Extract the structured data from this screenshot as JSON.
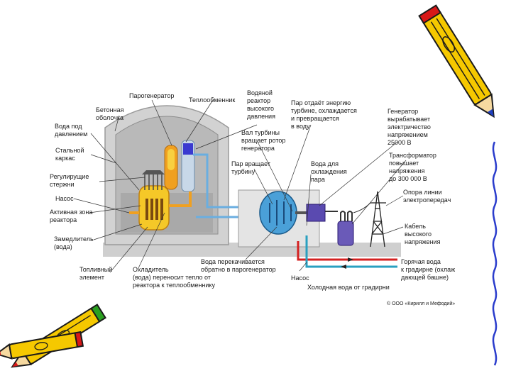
{
  "diagram": {
    "labels": {
      "steam_generator": "Парогенератор",
      "heat_exchanger": "Теплообменник",
      "pwr": [
        "Водяной",
        "реактор",
        "высокого",
        "давления"
      ],
      "steam_energy": [
        "Пар отдаёт энергию",
        "турбине, охлаждается",
        "и превращается",
        "в воду"
      ],
      "generator": [
        "Генератор",
        "вырабатывает",
        "электричество",
        "напряжением",
        "25000 В"
      ],
      "concrete_shell": [
        "Бетонная",
        "оболочка"
      ],
      "pressurized_water": [
        "Вода под",
        "давлением"
      ],
      "turbine_shaft": [
        "Вал турбины",
        "вращает ротор",
        "генератора"
      ],
      "steel_frame": [
        "Стальной",
        "каркас"
      ],
      "steam_rotates": [
        "Пар вращает",
        "турбину"
      ],
      "cooling_water": [
        "Вода для",
        "охлаждения",
        "пара"
      ],
      "transformer": [
        "Трансформатор",
        "повышает",
        "напряжения",
        "до 300 000 В"
      ],
      "control_rods": [
        "Регулирущие",
        "стержни"
      ],
      "pump_left": "Насос",
      "power_line": [
        "Опора линии",
        "электропередач"
      ],
      "core": [
        "Активная зона",
        "реактора"
      ],
      "cable": [
        "Кабель",
        "высокого",
        "напряжения"
      ],
      "moderator": [
        "Замедлитель",
        "(вода)"
      ],
      "water_pumped": [
        "Вода перекачивается",
        "обратно в парогенератор"
      ],
      "hot_water": [
        "Горячая вода",
        "к градирне (охлаж",
        "дающей башне)"
      ],
      "fuel_element": [
        "Топливный",
        "элемент"
      ],
      "coolant": [
        "Охладитель",
        "(вода) переносит тепло от",
        "реактора к теплообменнику"
      ],
      "pump_bottom": "Насос",
      "cold_water": "Холодная вода от градирни",
      "copyright": "© ООО «Кирилл и Мефодий»"
    },
    "colors": {
      "building": "#d2d2d2",
      "building_inner": "#b9b9b9",
      "hot_pipe": "#f0a020",
      "steam_pipe": "#6aaee0",
      "turbine": "#4aa0d8",
      "hot_water_pipe": "#d42020",
      "cold_water_pipe": "#2aa0c0",
      "pencil_yellow": "#f5c800",
      "pencil_red": "#d81818",
      "pencil_blue": "#2040c0"
    },
    "decorations": {
      "pencil_icon": "pencil-icon",
      "wavy_border": "wavy-border-icon"
    }
  }
}
